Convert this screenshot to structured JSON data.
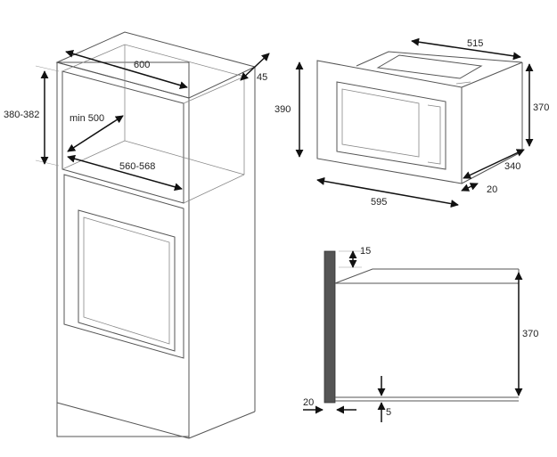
{
  "dimensions": {
    "cabinet_width": "600",
    "cabinet_depth": "45",
    "niche_height": "380-382",
    "niche_depth": "min 500",
    "niche_width": "560-568",
    "mw_depth": "515",
    "mw_height_front": "390",
    "mw_height_body": "370",
    "mw_body_depth": "340",
    "mw_frame": "20",
    "mw_width": "595",
    "side_top": "15",
    "side_height": "370",
    "side_frame": "20",
    "side_bottom": "5"
  },
  "colors": {
    "stroke": "#555555",
    "dimension": "#111111"
  }
}
